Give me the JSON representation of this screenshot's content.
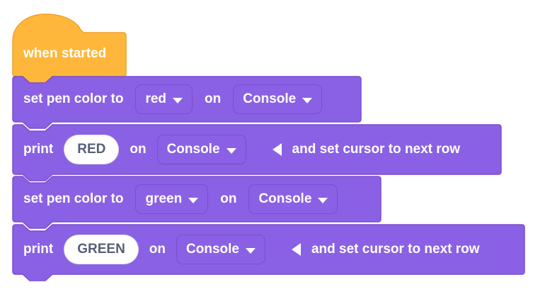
{
  "colors": {
    "block_purple": "#8A61E4",
    "block_purple_border": "#7A4ED1",
    "hat_orange": "#FFB73B",
    "hat_orange_border": "#F0A22B",
    "input_text": "#575E75",
    "background": "#FFFFFF"
  },
  "script": {
    "hat": {
      "label": "when started"
    },
    "set_pen_red": {
      "prefix": "set pen color to",
      "color_value": "red",
      "on_label": "on",
      "device_value": "Console"
    },
    "print_red": {
      "prefix": "print",
      "text_value": "RED",
      "on_label": "on",
      "device_value": "Console",
      "suffix": "and set cursor to next row"
    },
    "set_pen_green": {
      "prefix": "set pen color to",
      "color_value": "green",
      "on_label": "on",
      "device_value": "Console"
    },
    "print_green": {
      "prefix": "print",
      "text_value": "GREEN",
      "on_label": "on",
      "device_value": "Console",
      "suffix": "and set cursor to next row"
    }
  }
}
